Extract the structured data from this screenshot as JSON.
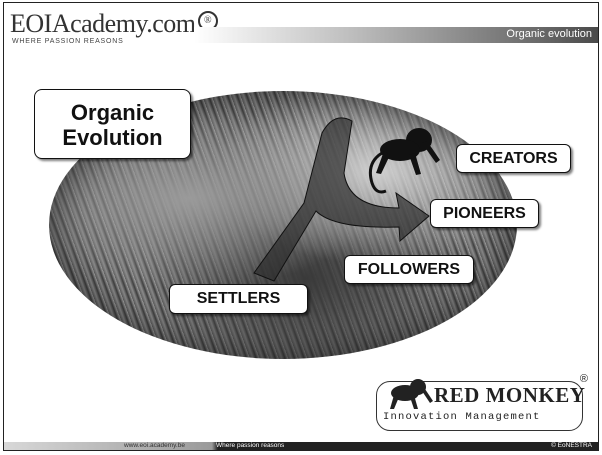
{
  "header": {
    "logo_text": "EOIAcademy.com",
    "logo_mark": "®",
    "tagline": "WHERE PASSION REASONS",
    "title": "Organic evolution"
  },
  "main": {
    "title": "Organic Evolution",
    "labels": {
      "creators": "CREATORS",
      "pioneers": "PIONEERS",
      "followers": "FOLLOWERS",
      "settlers": "SETTLERS"
    }
  },
  "brand": {
    "name": "RED MONKEY",
    "subtitle": "Innovation Management",
    "registered": "®"
  },
  "footer": {
    "url": "www.eoi.academy.be",
    "slogan": "Where passion reasons",
    "copyright": "© EoNESTRA"
  },
  "colors": {
    "background": "#ffffff",
    "text": "#111111",
    "footer_dark": "#222222"
  }
}
